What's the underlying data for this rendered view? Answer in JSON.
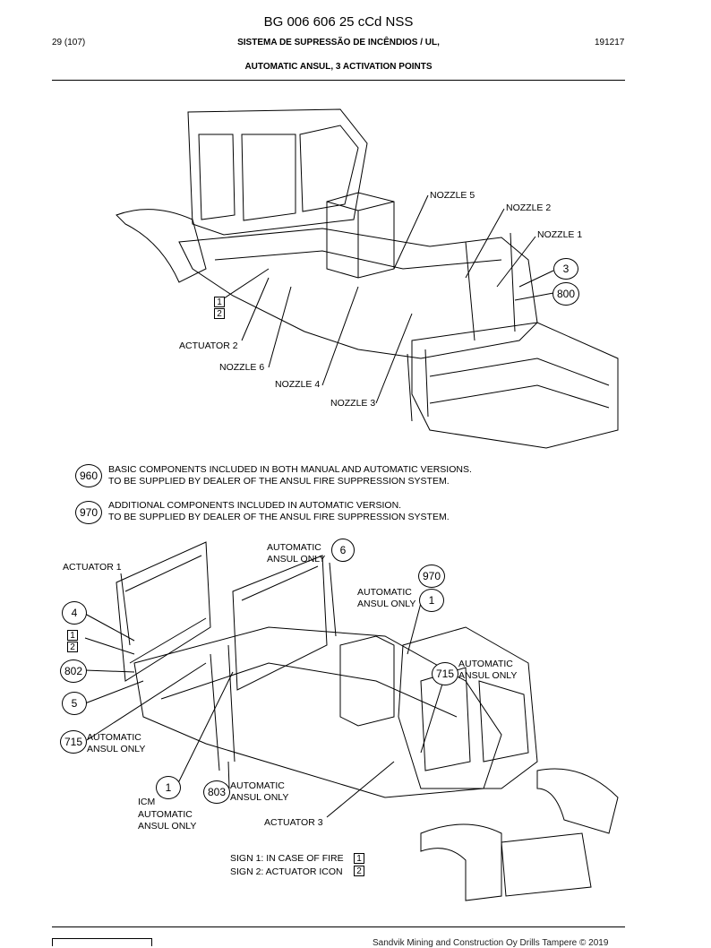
{
  "header": {
    "doc_id": "BG 006 606 25 cCd NSS",
    "page": "29 (107)",
    "title": "SISTEMA DE SUPRESSÃO DE INCÊNDIOS / UL,",
    "date": "191217",
    "subtitle": "AUTOMATIC ANSUL, 3 ACTIVATION POINTS"
  },
  "top_callouts": {
    "nozzle5": "NOZZLE 5",
    "nozzle2": "NOZZLE 2",
    "nozzle1": "NOZZLE 1",
    "actuator2": "ACTUATOR 2",
    "nozzle6": "NOZZLE 6",
    "nozzle4": "NOZZLE 4",
    "nozzle3": "NOZZLE 3",
    "ref3": "3",
    "ref800": "800",
    "sq1": "1",
    "sq2": "2"
  },
  "legend": [
    {
      "ref": "960",
      "line1": "BASIC COMPONENTS INCLUDED IN BOTH MANUAL AND AUTOMATIC VERSIONS.",
      "line2": "TO BE SUPPLIED BY DEALER OF THE ANSUL FIRE SUPPRESSION SYSTEM."
    },
    {
      "ref": "970",
      "line1": "ADDITIONAL COMPONENTS INCLUDED IN AUTOMATIC VERSION.",
      "line2": "TO BE SUPPLIED BY DEALER OF THE ANSUL FIRE SUPPRESSION SYSTEM."
    }
  ],
  "bottom_callouts": {
    "auto_only_6_a": "AUTOMATIC",
    "auto_only_6_b": "ANSUL ONLY",
    "ref6": "6",
    "ref970": "970",
    "auto_only_1_a": "AUTOMATIC",
    "auto_only_1_b": "ANSUL ONLY",
    "ref1_top": "1",
    "actuator1": "ACTUATOR 1",
    "ref4": "4",
    "sq1": "1",
    "sq2": "2",
    "ref802": "802",
    "ref5": "5",
    "ref715_left": "715",
    "auto_only_715l_a": "AUTOMATIC",
    "auto_only_715l_b": "ANSUL ONLY",
    "ref715_right": "715",
    "auto_only_715r_a": "AUTOMATIC",
    "auto_only_715r_b": "ANSUL ONLY",
    "ref1_icm": "1",
    "icm": "ICM",
    "icm_auto_a": "AUTOMATIC",
    "icm_auto_b": "ANSUL ONLY",
    "ref803": "803",
    "auto_only_803_a": "AUTOMATIC",
    "auto_only_803_b": "ANSUL ONLY",
    "actuator3": "ACTUATOR 3",
    "sign1": "SIGN 1: IN CASE OF FIRE",
    "sign2": "SIGN 2: ACTUATOR ICON",
    "sign_sq1": "1",
    "sign_sq2": "2"
  },
  "footer": {
    "copyright": "Sandvik Mining and Construction Oy Drills Tampere © 2019"
  }
}
